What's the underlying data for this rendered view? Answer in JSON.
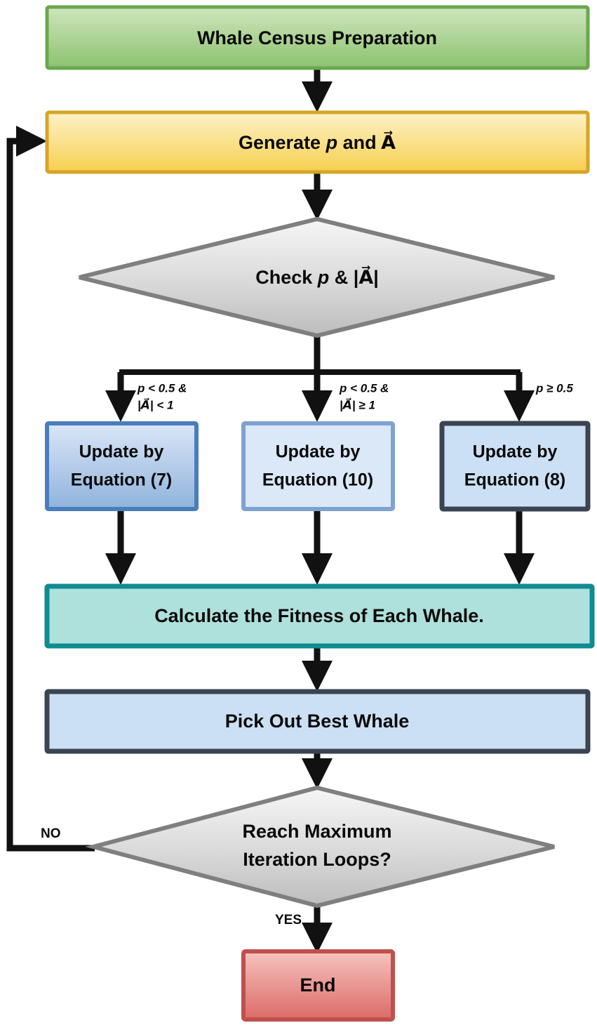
{
  "diagram": {
    "title": "Whale Optimization Algorithm Flowchart",
    "type": "flowchart",
    "background": "#ffffff"
  },
  "nodes": {
    "start": {
      "id": "start",
      "shape": "rectangle",
      "label": "Whale Census Preparation",
      "fill_top": "#c5e0b4",
      "fill_bottom": "#8fc472",
      "border": "#6aa84f"
    },
    "generate": {
      "id": "generate",
      "shape": "rectangle",
      "label_parts": [
        "Generate ",
        "p",
        " and ",
        "A"
      ],
      "label_plain": "Generate p and A⃗",
      "fill_top": "#fdf0c0",
      "fill_bottom": "#f7d154",
      "border": "#d6a526"
    },
    "check": {
      "id": "check",
      "shape": "diamond",
      "label_plain": "Check p & |A⃗|",
      "fill_top": "#f2f2f2",
      "fill_bottom": "#bfbfbf",
      "border": "#7f7f7f"
    },
    "eq7": {
      "id": "eq7",
      "shape": "rectangle",
      "line1": "Update by",
      "line2": "Equation (7)",
      "fill_top": "#d4e2f5",
      "fill_bottom": "#8fb4dd",
      "border": "#4a7ebb"
    },
    "eq10": {
      "id": "eq10",
      "shape": "rectangle",
      "line1": "Update by",
      "line2": "Equation (10)",
      "fill_top": "#dbe8f7",
      "fill_bottom": "#dbe8f7",
      "border": "#7fa3d0"
    },
    "eq8": {
      "id": "eq8",
      "shape": "rectangle",
      "line1": "Update by",
      "line2": "Equation (8)",
      "fill_top": "#cce0f5",
      "fill_bottom": "#cce0f5",
      "border": "#3a4452"
    },
    "fitness": {
      "id": "fitness",
      "shape": "rectangle",
      "label": "Calculate the Fitness of Each Whale.",
      "fill_top": "#aee0dc",
      "fill_bottom": "#aee0dc",
      "border": "#108b92"
    },
    "best": {
      "id": "best",
      "shape": "rectangle",
      "label": "Pick Out Best Whale",
      "fill_top": "#cce0f5",
      "fill_bottom": "#cce0f5",
      "border": "#3a4452"
    },
    "maxiter": {
      "id": "maxiter",
      "shape": "diamond",
      "line1": "Reach Maximum",
      "line2": "Iteration Loops?",
      "fill_top": "#f2f2f2",
      "fill_bottom": "#bfbfbf",
      "border": "#7f7f7f"
    },
    "end": {
      "id": "end",
      "shape": "rectangle",
      "label": "End",
      "fill_top": "#f3b9b5",
      "fill_bottom": "#dd6a66",
      "border": "#c0504d"
    }
  },
  "edge_labels": {
    "branch_left_line1": "p < 0.5 &",
    "branch_left_line2": "|A⃗| < 1",
    "branch_mid_line1": "p < 0.5 &",
    "branch_mid_line2": "|A⃗| ≥ 1",
    "branch_right": "p ≥ 0.5",
    "loop_no": "NO",
    "exit_yes": "YES"
  },
  "connections": [
    {
      "from": "start",
      "to": "generate",
      "label": ""
    },
    {
      "from": "generate",
      "to": "check",
      "label": ""
    },
    {
      "from": "check",
      "to": "eq7",
      "label": "p < 0.5 & |A⃗| < 1"
    },
    {
      "from": "check",
      "to": "eq10",
      "label": "p < 0.5 & |A⃗| ≥ 1"
    },
    {
      "from": "check",
      "to": "eq8",
      "label": "p ≥ 0.5"
    },
    {
      "from": "eq7",
      "to": "fitness",
      "label": ""
    },
    {
      "from": "eq10",
      "to": "fitness",
      "label": ""
    },
    {
      "from": "eq8",
      "to": "fitness",
      "label": ""
    },
    {
      "from": "fitness",
      "to": "best",
      "label": ""
    },
    {
      "from": "best",
      "to": "maxiter",
      "label": ""
    },
    {
      "from": "maxiter",
      "to": "end",
      "label": "YES"
    },
    {
      "from": "maxiter",
      "to": "generate",
      "label": "NO"
    }
  ]
}
